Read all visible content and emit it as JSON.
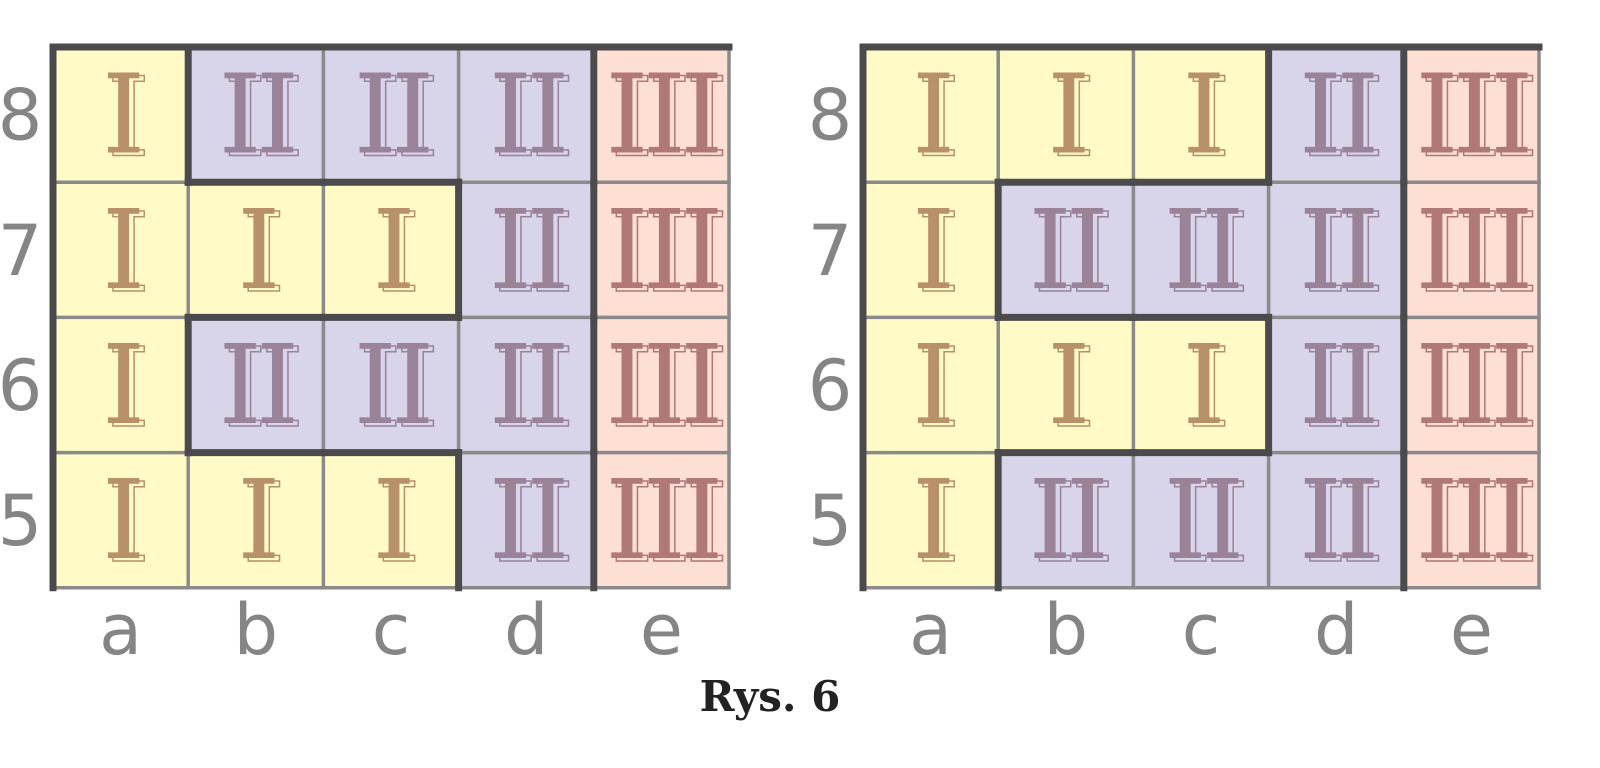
{
  "caption": "Rys. 6",
  "row_labels": [
    "8",
    "7",
    "6",
    "5"
  ],
  "col_labels": [
    "a",
    "b",
    "c",
    "d",
    "e"
  ],
  "numerals": {
    "1": "I",
    "2": "II",
    "3": "III"
  },
  "colors": {
    "fill": {
      "1": "#fffac6",
      "2": "#d8d4e9",
      "3": "#fddfd3"
    },
    "glyph": {
      "1": "#b8916a",
      "2": "#9a8299",
      "3": "#b07877"
    },
    "thick": "#4b4b4d",
    "thin": "#8a8a8a",
    "label": "#858585"
  },
  "grids": [
    {
      "cells": [
        [
          1,
          2,
          2,
          2,
          3
        ],
        [
          1,
          1,
          1,
          2,
          3
        ],
        [
          1,
          2,
          2,
          2,
          3
        ],
        [
          1,
          1,
          1,
          2,
          3
        ]
      ]
    },
    {
      "cells": [
        [
          1,
          1,
          1,
          2,
          3
        ],
        [
          1,
          2,
          2,
          2,
          3
        ],
        [
          1,
          1,
          1,
          2,
          3
        ],
        [
          1,
          2,
          2,
          2,
          3
        ]
      ]
    }
  ]
}
